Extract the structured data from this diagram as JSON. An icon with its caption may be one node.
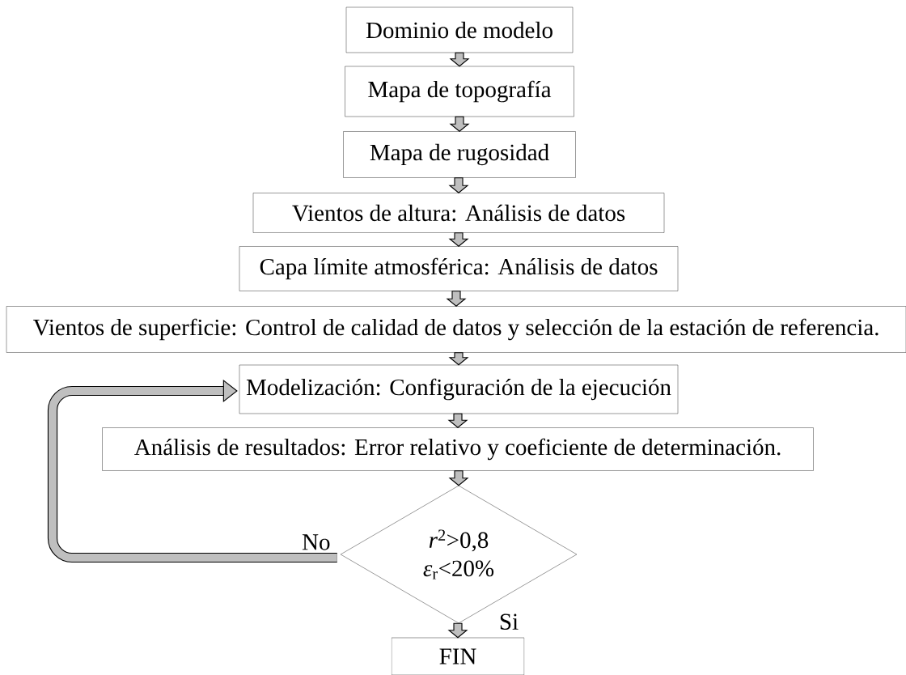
{
  "diagram": {
    "nodes": [
      {
        "text": [
          "Dominio de modelo"
        ]
      },
      {
        "text": [
          "Mapa de topografía"
        ]
      },
      {
        "text": [
          "Mapa de rugosidad"
        ]
      },
      {
        "text": [
          "Vientos de altura: Análisis de datos"
        ]
      },
      {
        "text": [
          "Capa límite atmosférica: Análisis de datos"
        ]
      },
      {
        "text": [
          "Vientos de superficie: Control de calidad de datos y selección de la estación de referencia."
        ]
      },
      {
        "text": [
          "Modelización: Configuración de la ejecución"
        ]
      },
      {
        "text": [
          "Análisis de resultados: Error relativo y coeficiente de determinación."
        ]
      },
      {
        "text": [
          "*r*$^{2}$>0,8 *ε*$_{r}$<20%"
        ]
      },
      {
        "text": [
          "FIN"
        ]
      }
    ],
    "edges": [
      {
        "from": 0,
        "to": 1,
        "arrow": "to"
      },
      {
        "from": 1,
        "to": 2,
        "arrow": "to"
      },
      {
        "from": 2,
        "to": 3,
        "arrow": "to"
      },
      {
        "from": 3,
        "to": 4,
        "arrow": "to"
      },
      {
        "from": 4,
        "to": 5,
        "arrow": "to"
      },
      {
        "from": 5,
        "to": 6,
        "arrow": "to"
      },
      {
        "from": 6,
        "to": 7,
        "arrow": "to"
      },
      {
        "from": 7,
        "to": 8,
        "arrow": "to"
      },
      {
        "from": 8,
        "to": 9,
        "arrow": "to",
        "label": "Si"
      },
      {
        "from": 8,
        "to": 6,
        "arrow": "to",
        "label": "No"
      }
    ]
  }
}
